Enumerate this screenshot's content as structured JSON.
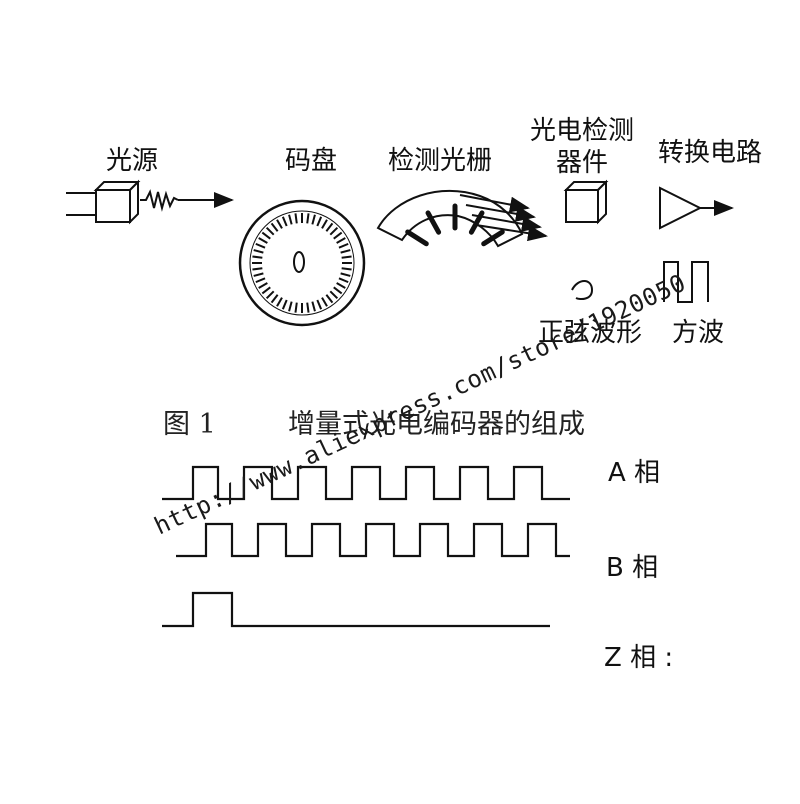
{
  "labels": {
    "light_source": "光源",
    "code_disc": "码盘",
    "grating": "检测光栅",
    "detector_line1": "光电检测",
    "detector_line2": "器件",
    "conversion": "转换电路",
    "sine_wave": "正弦波形",
    "square_wave": "方波"
  },
  "caption": {
    "figure_no": "图 1",
    "title": "增量式光电编码器的组成"
  },
  "phases": {
    "a": "A 相",
    "b": "B 相",
    "z": "Z 相 :"
  },
  "watermark": "http://www.aliexpress.com/store/1920050",
  "colors": {
    "ink": "#111111",
    "background": "#ffffff"
  }
}
